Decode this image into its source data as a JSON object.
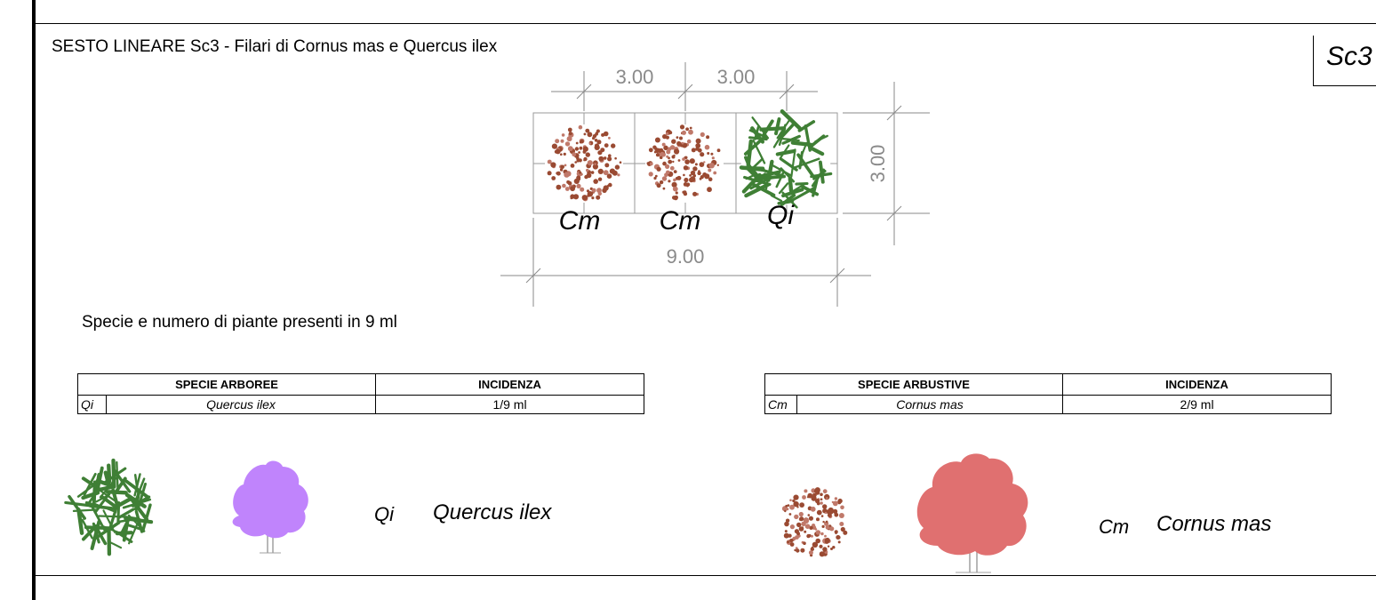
{
  "sheet": {
    "title": "SESTO LINEARE Sc3 - Filari di Cornus mas e Quercus ilex",
    "code": "Sc3",
    "subtitle": "Specie e numero di piante presenti in 9 ml"
  },
  "diagram": {
    "dim_top_1": "3.00",
    "dim_top_2": "3.00",
    "dim_side": "3.00",
    "dim_total": "9.00",
    "plant_labels": [
      "Cm",
      "Cm",
      "Qi"
    ]
  },
  "tables": {
    "arboree": {
      "headers": [
        "SPECIE ARBOREE",
        "INCIDENZA"
      ],
      "code": "Qi",
      "species": "Quercus ilex",
      "incidence": "1/9 ml"
    },
    "arbustive": {
      "headers": [
        "SPECIE ARBUSTIVE",
        "INCIDENZA"
      ],
      "code": "Cm",
      "species": "Cornus mas",
      "incidence": "2/9 ml"
    }
  },
  "legend": {
    "quercus": {
      "code": "Qi",
      "name": "Quercus ilex"
    },
    "cornus": {
      "code": "Cm",
      "name": "Cornus mas"
    }
  },
  "colors": {
    "quercus_plan": "#3f7f35",
    "quercus_elevation": "#c084fc",
    "cornus_plan": "#9a4a32",
    "cornus_elevation": "#e07070",
    "dimension_lines": "#8a8a8a"
  }
}
